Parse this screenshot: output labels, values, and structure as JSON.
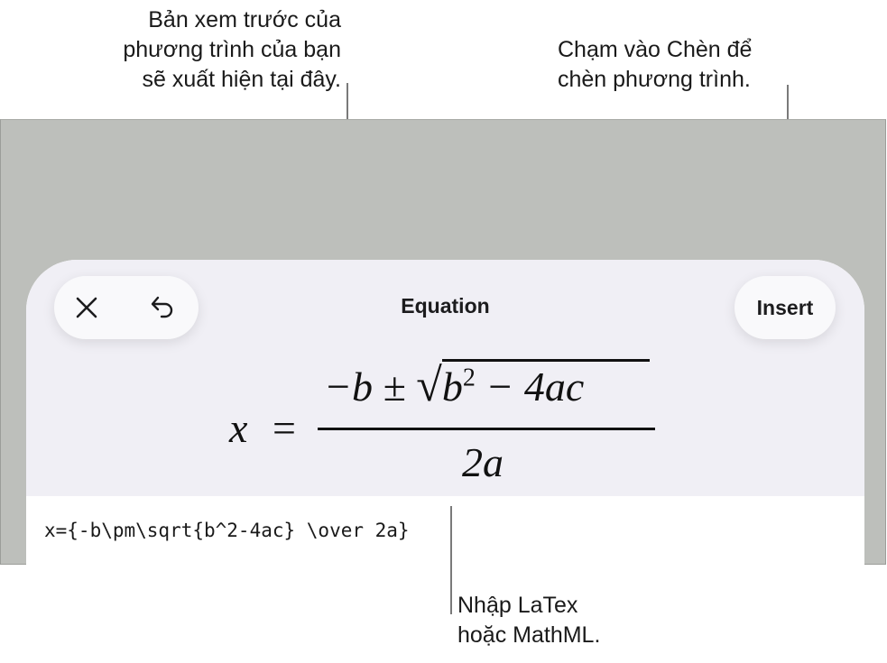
{
  "callouts": {
    "preview": {
      "lines": [
        "Bản xem trước của",
        "phương trình của bạn",
        "sẽ xuất hiện tại đây."
      ]
    },
    "insert": {
      "lines": [
        "Chạm vào Chèn để",
        "chèn phương trình."
      ]
    },
    "input": {
      "lines": [
        "Nhập LaTex",
        "hoặc MathML."
      ]
    }
  },
  "sheet": {
    "title": "Equation",
    "close_icon": "close-icon",
    "undo_icon": "undo-icon",
    "insert_label": "Insert"
  },
  "preview": {
    "lhs": "x",
    "equals": "=",
    "numerator_prefix": "−b ±",
    "sqrt_symbol": "√",
    "radicand_base": "b",
    "radicand_exp": "2",
    "radicand_rest": " − 4ac",
    "denominator": "2a"
  },
  "input": {
    "value": "x={-b\\pm\\sqrt{b^2-4ac} \\over 2a}"
  },
  "colors": {
    "frame": "#bdbfbb",
    "preview_bg": "#f0eff5",
    "pill_bg": "#f9f9fb",
    "leader": "#7a7a7a"
  }
}
